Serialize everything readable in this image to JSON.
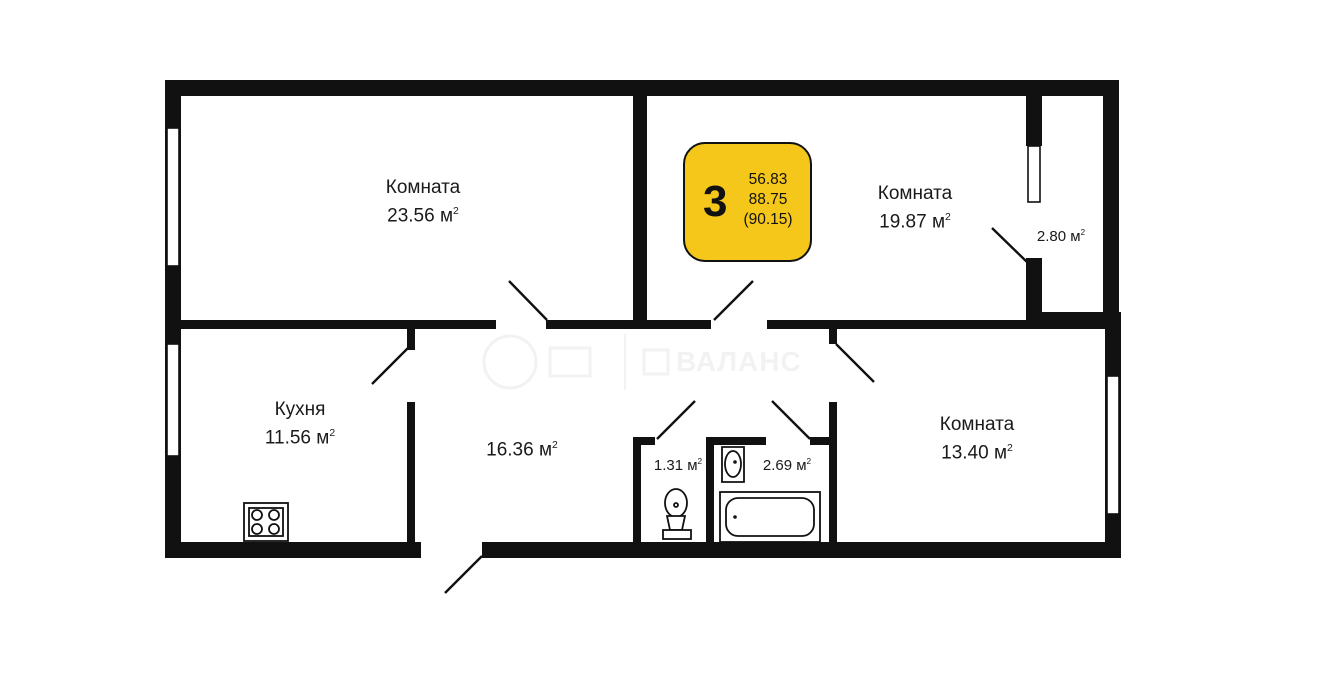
{
  "badge": {
    "rooms_count": "3",
    "living_area": "56.83",
    "total_area": "88.75",
    "total_area_with_balcony": "(90.15)"
  },
  "rooms": {
    "room_top_left": {
      "name": "Комната",
      "area": "23.56 м",
      "unit_sup": "2"
    },
    "room_top_right": {
      "name": "Комната",
      "area": "19.87 м",
      "unit_sup": "2"
    },
    "balcony": {
      "area": "2.80 м",
      "unit_sup": "2"
    },
    "kitchen": {
      "name": "Кухня",
      "area": "11.56 м",
      "unit_sup": "2"
    },
    "hall": {
      "area": "16.36 м",
      "unit_sup": "2"
    },
    "toilet": {
      "area": "1.31 м",
      "unit_sup": "2"
    },
    "bathroom": {
      "area": "2.69 м",
      "unit_sup": "2"
    },
    "room_bottom_right": {
      "name": "Комната",
      "area": "13.40 м",
      "unit_sup": "2"
    }
  },
  "watermark": {
    "brand_text": "ВАЛАНС"
  },
  "colors": {
    "badge_fill": "#f6c71b",
    "wall": "#111111",
    "background": "#ffffff"
  }
}
